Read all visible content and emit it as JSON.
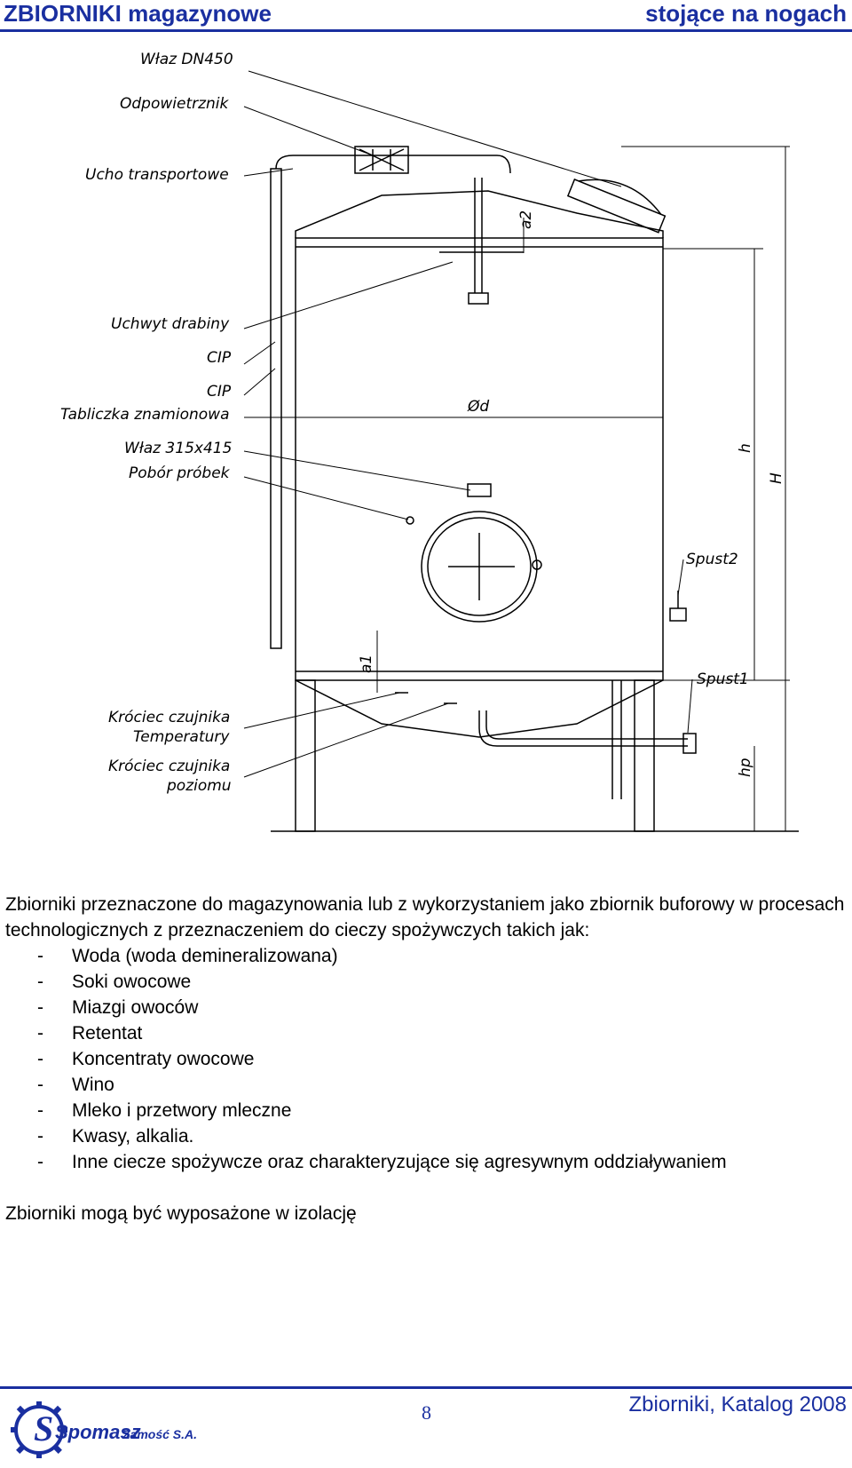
{
  "header": {
    "left_title": "ZBIORNIKI magazynowe",
    "right_title": "stojące na nogach"
  },
  "drawing": {
    "labels": {
      "wlaz_dn450": "Właz DN450",
      "odpowietrznik": "Odpowietrznik",
      "ucho": "Ucho transportowe",
      "uchwyt": "Uchwyt drabiny",
      "cip1": "CIP",
      "cip2": "CIP",
      "tabliczka": "Tabliczka znamionowa",
      "wlaz315": "Właz 315x415",
      "pobor": "Pobór próbek",
      "krociec_t1": "Króciec czujnika",
      "krociec_t2": "Temperatury",
      "krociec_p1": "Króciec czujnika",
      "krociec_p2": "poziomu",
      "spust2": "Spust2",
      "spust1": "Spust1",
      "dim_a2": "a2",
      "dim_a1": "a1",
      "dim_d": "Ød",
      "dim_h": "h",
      "dim_H": "H",
      "dim_hp": "hp"
    }
  },
  "description": {
    "intro": "Zbiorniki przeznaczone do magazynowania lub z wykorzystaniem jako zbiornik buforowy w procesach technologicznych z przeznaczeniem do cieczy spożywczych takich jak:",
    "items": [
      "Woda (woda demineralizowana)",
      "Soki owocowe",
      "Miazgi owoców",
      "Retentat",
      "Koncentraty owocowe",
      "Wino",
      "Mleko i przetwory mleczne",
      "Kwasy, alkalia.",
      "Inne ciecze spożywcze oraz charakteryzujące się agresywnym oddziaływaniem"
    ],
    "dash": "-",
    "note": "Zbiorniki mogą być wyposażone w izolację"
  },
  "footer": {
    "page_number": "8",
    "catalog": "Zbiorniki, Katalog 2008",
    "logo_name": "Spomasz",
    "logo_city": "Zamość S.A."
  },
  "colors": {
    "brand_blue": "#1a2fa0"
  }
}
